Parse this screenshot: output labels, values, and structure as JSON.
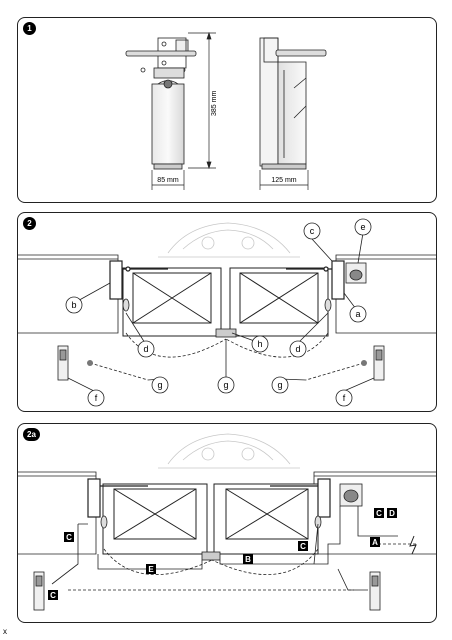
{
  "figure1": {
    "number": "1",
    "dim_width_front": "85 mm",
    "dim_width_side": "125 mm",
    "dim_height": "385 mm"
  },
  "figure2": {
    "number": "2",
    "labels": {
      "b": "b",
      "c": "c",
      "d_left": "d",
      "d_right": "d",
      "e": "e",
      "f_left": "f",
      "f_right": "f",
      "g_left": "g",
      "g_center": "g",
      "g_right": "g",
      "h": "h"
    }
  },
  "figure2a": {
    "number": "2a",
    "cables": {
      "A": "A",
      "B": "B",
      "C_left": "C",
      "C_right": "C",
      "C_box": "C",
      "C_bottom": "C",
      "D": "D",
      "E": "E"
    }
  },
  "footer_mark": "x"
}
